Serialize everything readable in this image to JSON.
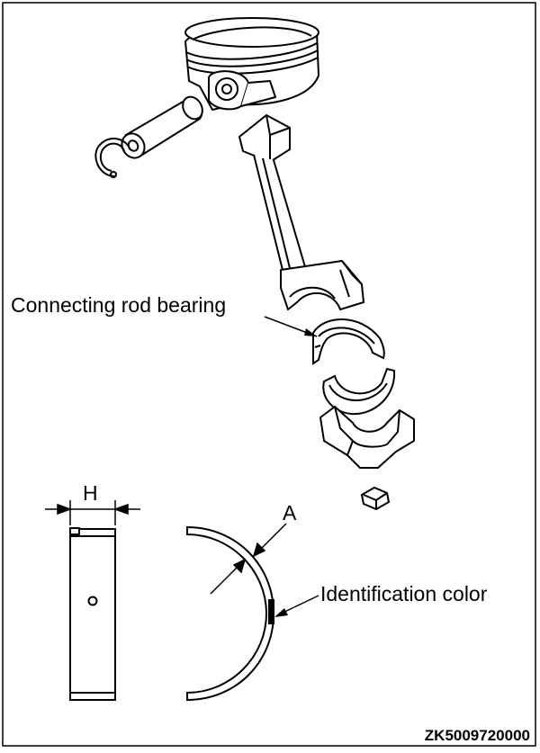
{
  "labels": {
    "connecting_rod_bearing": "Connecting rod bearing",
    "dimension_h": "H",
    "dimension_a": "A",
    "identification_color": "Identification color",
    "figure_id": "ZK5009720000"
  },
  "colors": {
    "line": "#000000",
    "background": "#ffffff"
  }
}
